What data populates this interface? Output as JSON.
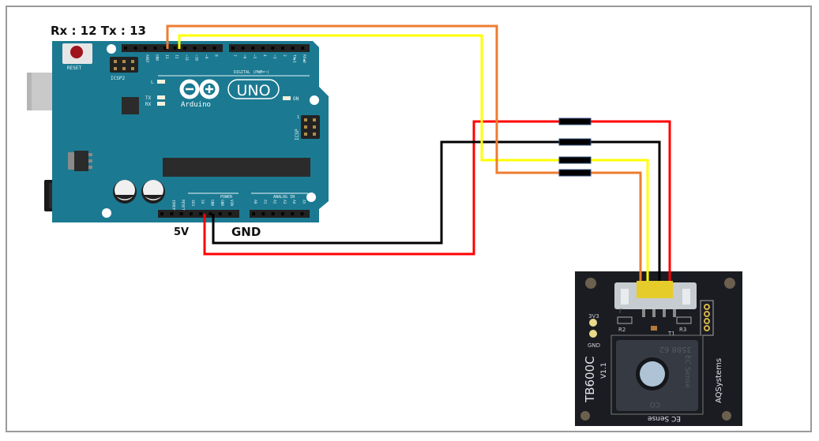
{
  "diagram": {
    "title_label": "Rx : 12 Tx : 13",
    "labels": {
      "five_v": "5V",
      "gnd": "GND"
    },
    "colors": {
      "board": "#1b7a92",
      "board_dark": "#12637a",
      "wire_red": "#ff0000",
      "wire_black": "#000000",
      "wire_yellow": "#ffff00",
      "wire_orange": "#ed7d31",
      "sensor_pcb": "#1a1c22",
      "connector_yellow": "#e5cc2a"
    },
    "arduino": {
      "logo_text": "UNO",
      "brand": "Arduino",
      "brand_tm": "™",
      "reset": "RESET",
      "icsp2": "ICSP2",
      "icsp": "ICSP",
      "icsp_pin1": "1",
      "led_l": "L",
      "led_tx": "TX",
      "led_rx": "RX",
      "led_on": "ON",
      "digital_label": "DIGITAL (PWM=~)",
      "power_label": "POWER",
      "analog_label": "ANALOG IN",
      "top_pins": [
        "AREF",
        "GND",
        "13",
        "12",
        "~11",
        "~10",
        "~9",
        "8",
        "7",
        "~6",
        "~5",
        "4",
        "~3",
        "2",
        "TX▶1",
        "RX◀0"
      ],
      "power_pins": [
        "IOREF",
        "RESET",
        "3V3",
        "5V",
        "GND",
        "GND",
        "VIN"
      ],
      "analog_pins": [
        "A0",
        "A1",
        "A2",
        "A3",
        "A4",
        "A5"
      ]
    },
    "sensor": {
      "model": "TB600C",
      "version": "V1.1",
      "maker": "AQSystems",
      "sensor_brand": "EC Sense",
      "pad_3v3": "3V3",
      "pad_gnd": "GND",
      "r2": "R2",
      "r3": "R3",
      "t1": "T1",
      "module_code": "3588 62",
      "gas": "CO"
    },
    "connections": [
      {
        "from": "5V",
        "to": "sensor VCC",
        "color": "red"
      },
      {
        "from": "GND",
        "to": "sensor GND",
        "color": "black"
      },
      {
        "from": "D12 (Rx)",
        "to": "sensor TX",
        "color": "yellow"
      },
      {
        "from": "D13 (Tx)",
        "to": "sensor RX",
        "color": "orange"
      }
    ]
  }
}
